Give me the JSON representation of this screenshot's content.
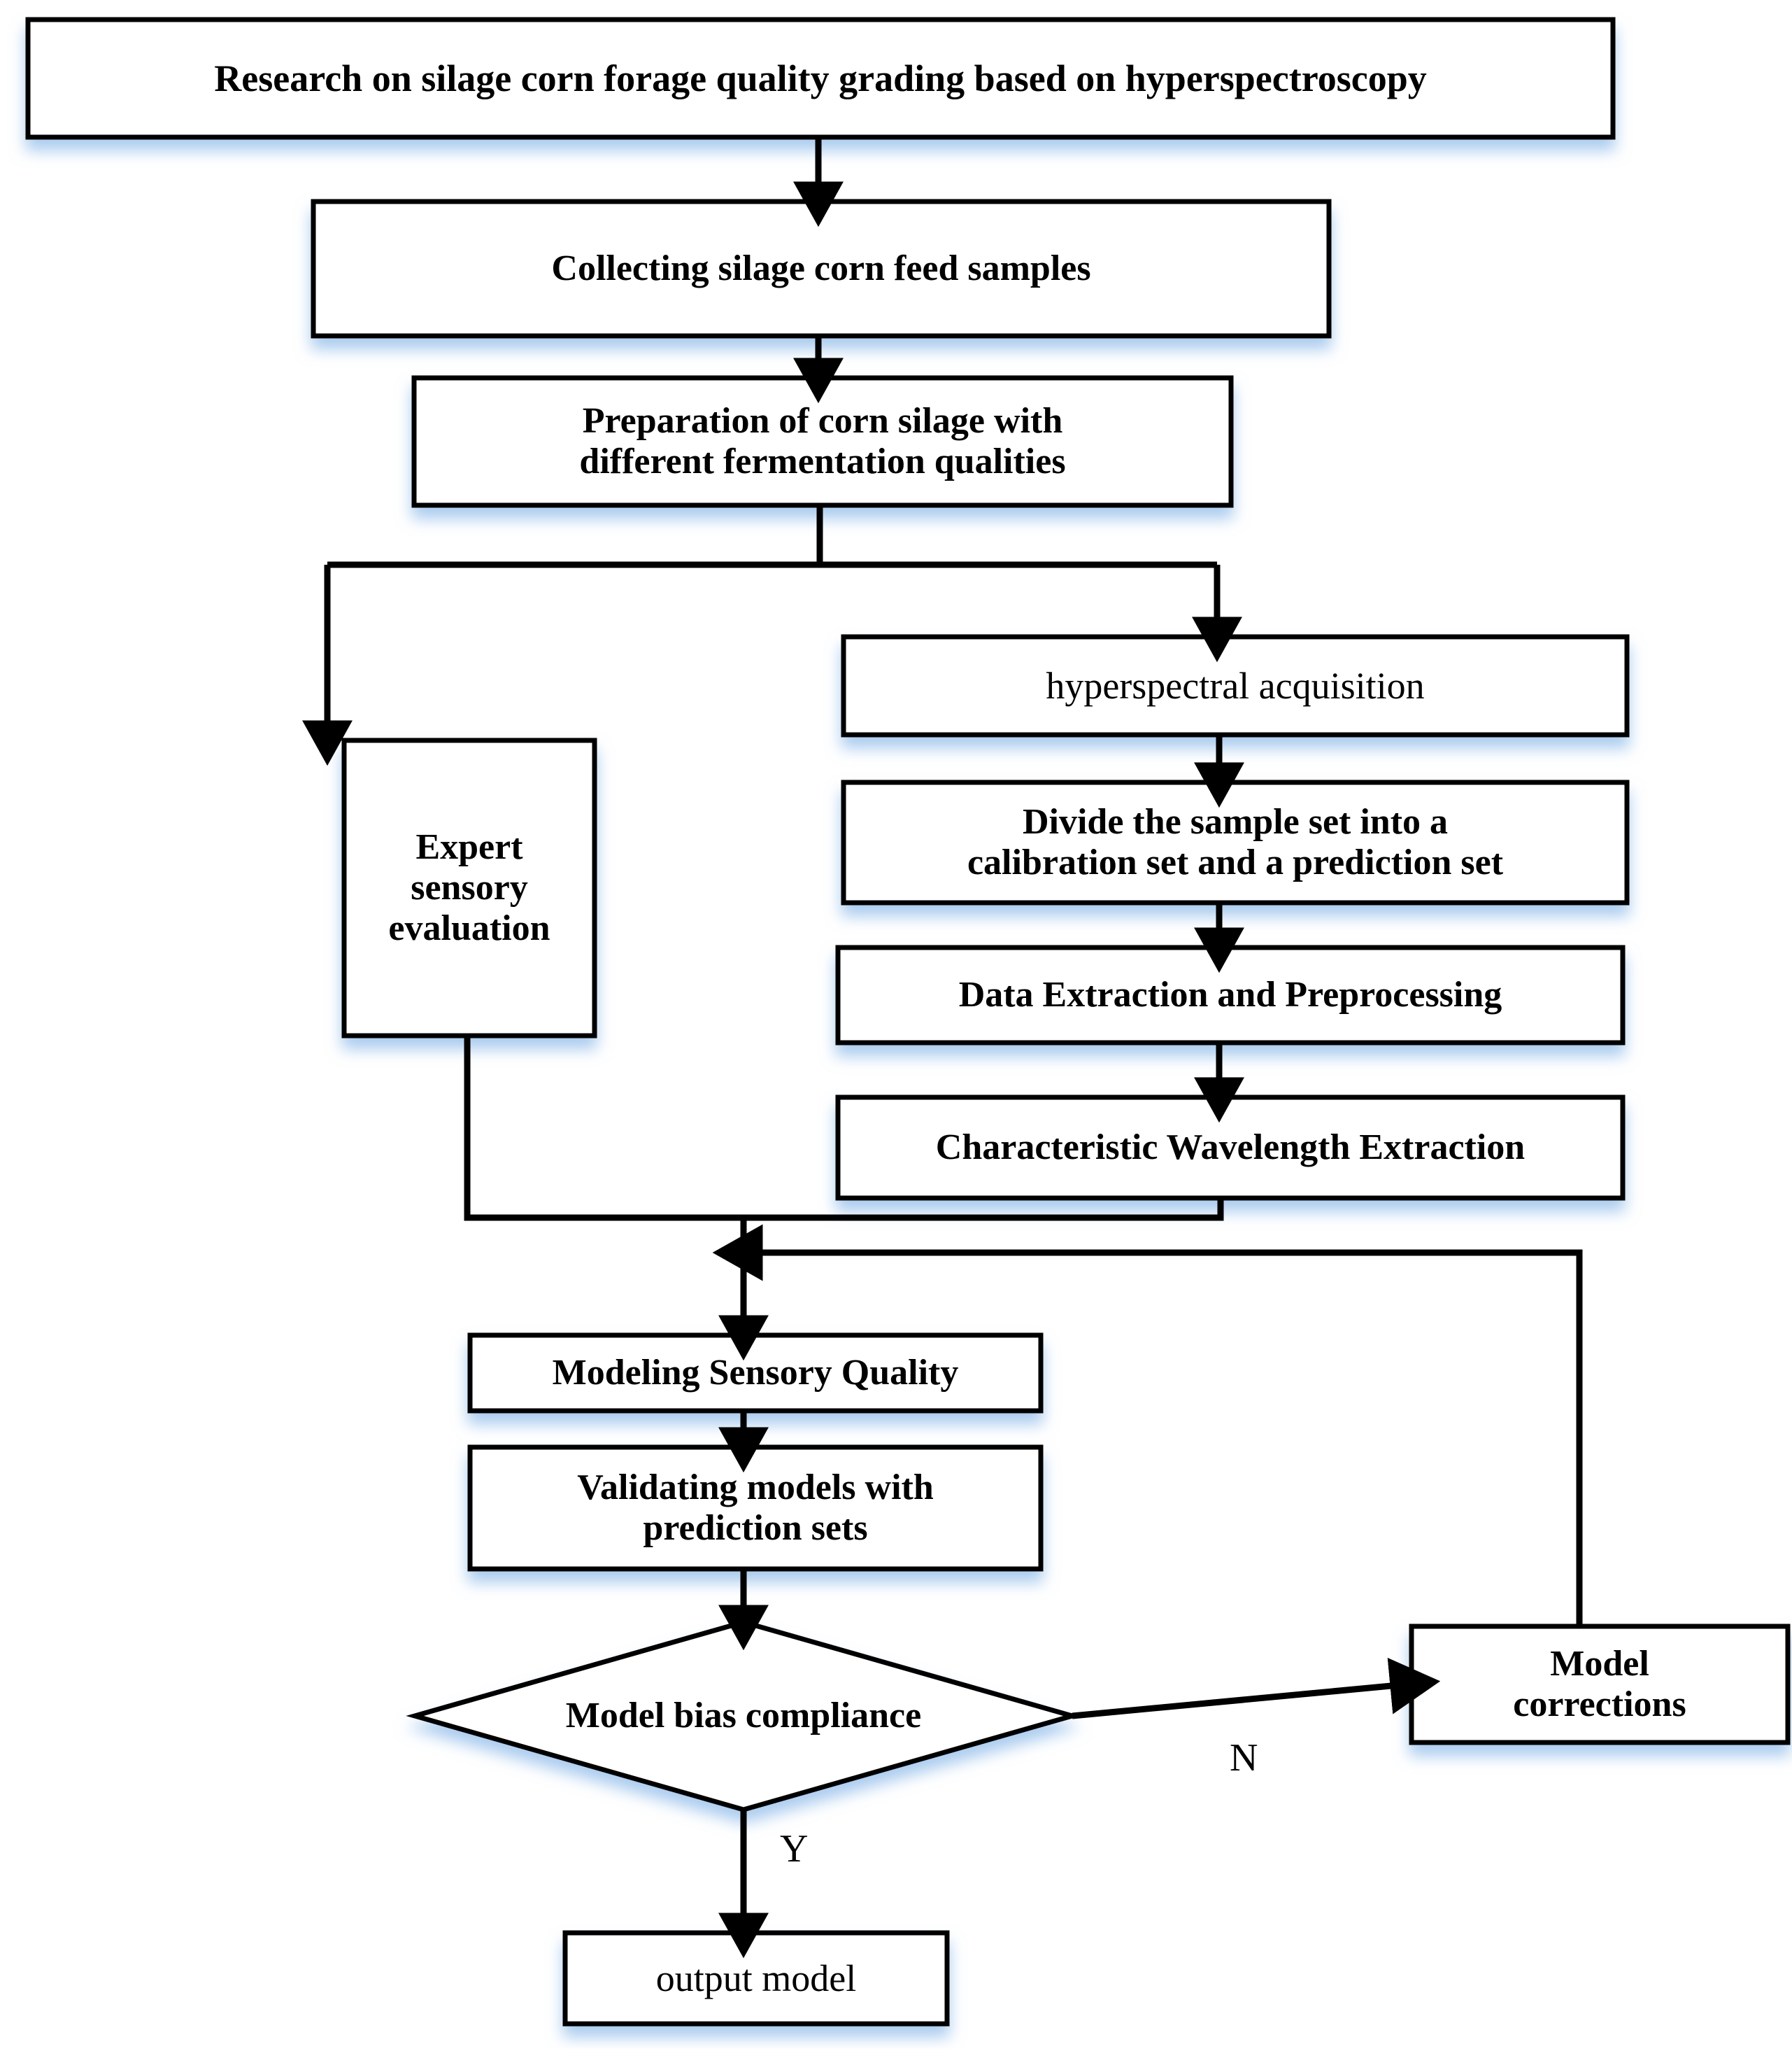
{
  "diagram": {
    "kind": "flowchart",
    "title": "Research on silage corn forage quality grading based on hyperspectroscopy",
    "background_color": "#ffffff",
    "stroke_color": "#000000",
    "glow_color": "#cfe2f7",
    "nodes": {
      "title": "Research on silage corn forage quality grading based on hyperspectroscopy",
      "collecting": "Collecting silage corn feed samples",
      "preparation_line1": "Preparation of corn silage with",
      "preparation_line2": "different fermentation qualities",
      "expert_line1": "Expert",
      "expert_line2": "sensory",
      "expert_line3": "evaluation",
      "hyperspectral": "hyperspectral acquisition",
      "divide_line1": "Divide the sample set into a",
      "divide_line2": "calibration set and a prediction set",
      "data_extraction": "Data Extraction and Preprocessing",
      "characteristic": "Characteristic Wavelength Extraction",
      "modeling": "Modeling Sensory Quality",
      "validating_line1": "Validating models with",
      "validating_line2": "prediction sets",
      "decision": "Model bias compliance",
      "corrections_line1": "Model",
      "corrections_line2": "corrections",
      "output": "output model"
    },
    "edge_labels": {
      "yes": "Y",
      "no": "N"
    }
  }
}
